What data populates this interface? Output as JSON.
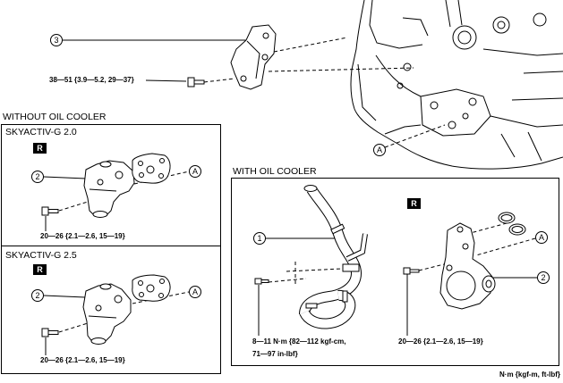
{
  "top_assembly": {
    "callout_bracket": "3",
    "bracket_bolt_torque": "38—51 {3.9—5.2, 29—37}",
    "callout_mating_surface": "A"
  },
  "without_oil_cooler": {
    "heading": "WITHOUT OIL COOLER",
    "skyactiv_g20": {
      "heading": "SKYACTIV-G 2.0",
      "replace_badge": "R",
      "callout_filter_body": "2",
      "callout_mating_surface": "A",
      "bolt_torque": "20—26 {2.1—2.6, 15—19}"
    },
    "skyactiv_g25": {
      "heading": "SKYACTIV-G 2.5",
      "replace_badge": "R",
      "callout_filter_body": "2",
      "callout_mating_surface": "A",
      "bolt_torque": "20—26 {2.1—2.6, 15—19}"
    }
  },
  "with_oil_cooler": {
    "heading": "WITH OIL COOLER",
    "callout_hose": "1",
    "replace_badge": "R",
    "callout_mating_surface": "A",
    "callout_cooler_body": "2",
    "hose_bolt_torque_line1": "8—11 N·m {82—112 kgf-cm,",
    "hose_bolt_torque_line2": "71—97 in-lbf}",
    "cooler_bolt_torque": "20—26 {2.1—2.6, 15—19}"
  },
  "units_legend": "N·m {kgf-m, ft-lbf}",
  "colors": {
    "line": "#000000",
    "background": "#ffffff"
  }
}
